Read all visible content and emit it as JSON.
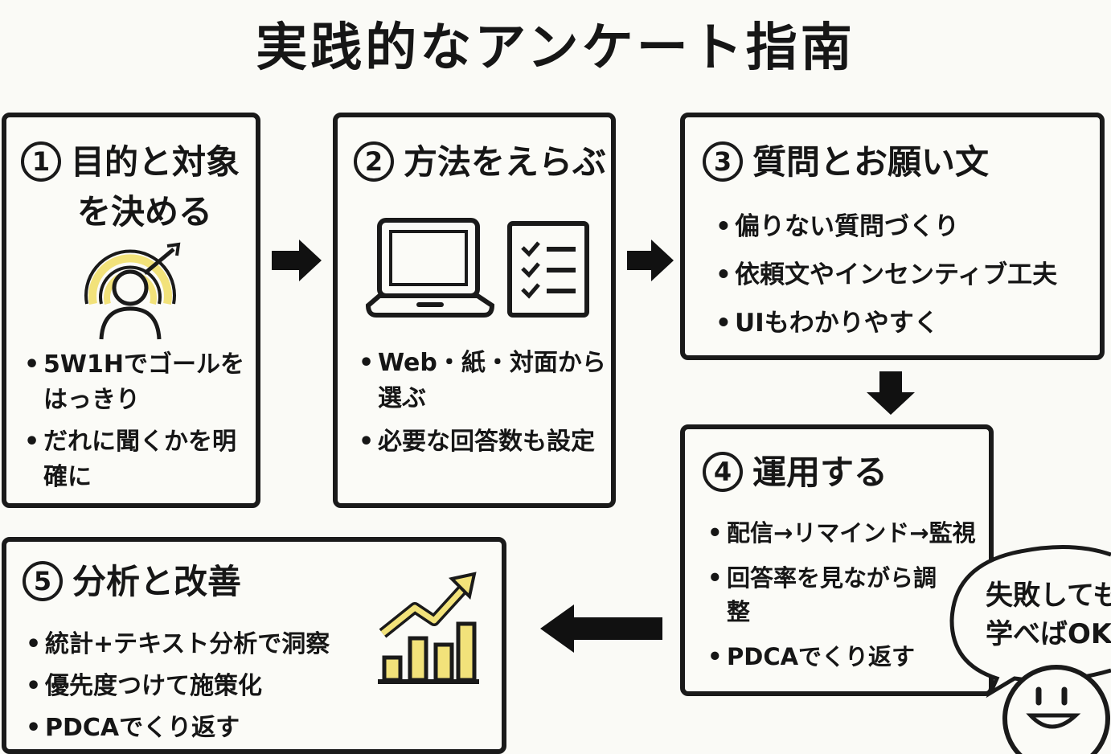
{
  "title": "実践的なアンケート指南",
  "steps": [
    {
      "number": "1",
      "heading_line1": "目的と対象",
      "heading_line2": "を決める",
      "bullets": [
        "5W1Hでゴールをはっきり",
        "だれに聞くかを明確に"
      ],
      "icon": "target-person-icon"
    },
    {
      "number": "2",
      "heading": "方法をえらぶ",
      "bullets": [
        "Web・紙・対面から選ぶ",
        "必要な回答数も設定"
      ],
      "icons": [
        "laptop-icon",
        "checklist-icon"
      ]
    },
    {
      "number": "3",
      "heading": "質問とお願い文",
      "bullets": [
        "偏りない質問づくり",
        "依頼文やインセンティブ工夫",
        "UIもわかりやすく"
      ]
    },
    {
      "number": "4",
      "heading": "運用する",
      "bullets": [
        "配信→リマインド→監視",
        "回答率を見ながら調整",
        "PDCAでくり返す"
      ]
    },
    {
      "number": "5",
      "heading": "分析と改善",
      "bullets": [
        "統計+テキスト分析で洞察",
        "優先度つけて施策化",
        "PDCAでくり返す"
      ],
      "icon": "growth-chart-icon"
    }
  ],
  "bubble": {
    "line1": "失敗しても",
    "line2": "学べばOK"
  },
  "colors": {
    "accent": "#f2e27a",
    "ink": "#1a1a1a",
    "paper": "#fafaf6"
  }
}
